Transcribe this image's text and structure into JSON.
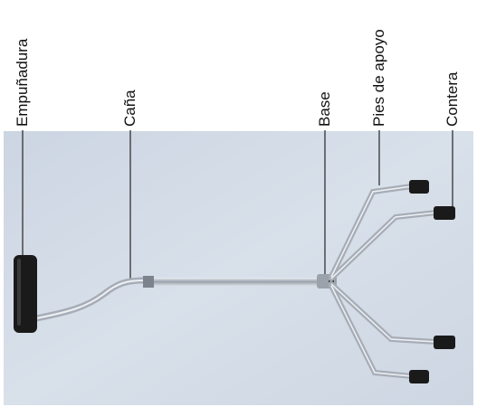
{
  "labels": {
    "grip": "Empuñadura",
    "shaft": "Caña",
    "base": "Base",
    "support_feet": "Pies de apoyo",
    "tip": "Contera"
  },
  "colors": {
    "photo_background": "#d3dbe6",
    "leader_line": "#333333",
    "rubber": "#1a1a1a",
    "metal": "#b9bfc7"
  },
  "image_subject": "quad-cane-photo"
}
